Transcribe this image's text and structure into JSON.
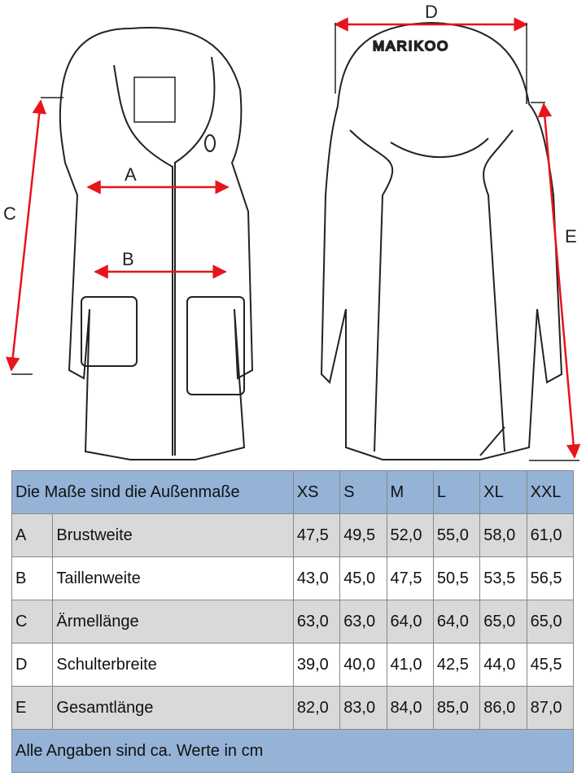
{
  "diagram": {
    "labels": [
      "A",
      "B",
      "C",
      "D",
      "E"
    ],
    "brand": "MARIKOO",
    "arrow_color": "#e8141b"
  },
  "table": {
    "title": "Die Maße sind die Außenmaße",
    "sizes": [
      "XS",
      "S",
      "M",
      "L",
      "XL",
      "XXL"
    ],
    "rows": [
      {
        "key": "A",
        "name": "Brustweite",
        "values": [
          "47,5",
          "49,5",
          "52,0",
          "55,0",
          "58,0",
          "61,0"
        ]
      },
      {
        "key": "B",
        "name": "Taillenweite",
        "values": [
          "43,0",
          "45,0",
          "47,5",
          "50,5",
          "53,5",
          "56,5"
        ]
      },
      {
        "key": "C",
        "name": "Ärmellänge",
        "values": [
          "63,0",
          "63,0",
          "64,0",
          "64,0",
          "65,0",
          "65,0"
        ]
      },
      {
        "key": "D",
        "name": "Schulterbreite",
        "values": [
          "39,0",
          "40,0",
          "41,0",
          "42,5",
          "44,0",
          "45,5"
        ]
      },
      {
        "key": "E",
        "name": "Gesamtlänge",
        "values": [
          "82,0",
          "83,0",
          "84,0",
          "85,0",
          "86,0",
          "87,0"
        ]
      }
    ],
    "footer": "Alle Angaben sind ca. Werte in cm",
    "colors": {
      "header": "#95b3d7",
      "row_alt": "#d9d9d9"
    }
  }
}
